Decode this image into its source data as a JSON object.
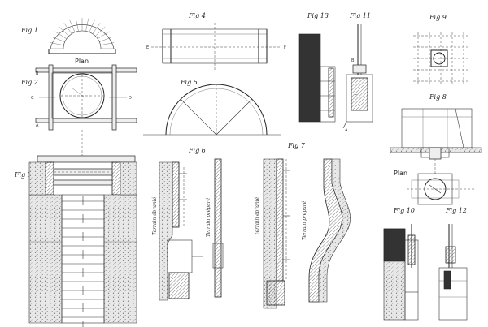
{
  "labels": {
    "fig1": "Fig 1",
    "plan1": "Plan",
    "fig2": "Fig 2",
    "fig3": "Fig 3",
    "fig4": "Fig 4",
    "fig5": "Fig 5",
    "fig6": "Fig 6",
    "fig7": "Fig 7",
    "fig8": "Fig 8",
    "fig9": "Fig 9",
    "fig10": "Fig 10",
    "fig11": "Fig 11",
    "fig12": "Fig 12",
    "fig13": "Fig 13",
    "plan2": "Plan"
  },
  "fig6_text": {
    "left": "Terrain ébranlé",
    "right": "Terrain préparé"
  },
  "fig7_text": {
    "left": "Terrain ébranlé",
    "right": "Terrain préparé"
  },
  "letters": {
    "fig2_a": "A",
    "fig2_b": "B",
    "fig2_c": "C",
    "fig2_d": "D",
    "fig4_e": "E",
    "fig4_f": "F",
    "fig11_b": "B",
    "fig11_c": "C",
    "fig11_a": "A"
  },
  "colors": {
    "ink": "#222222",
    "paper": "#ffffff"
  }
}
